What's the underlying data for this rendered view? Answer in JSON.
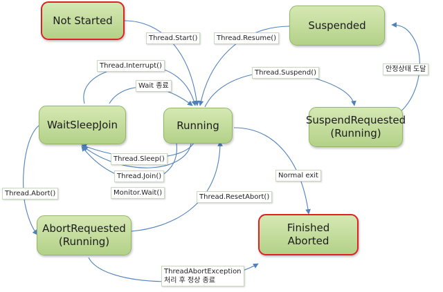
{
  "states": {
    "not_started": "Not Started",
    "suspended": "Suspended",
    "wait_sleep_join": "WaitSleepJoin",
    "running": "Running",
    "suspend_requested": "SuspendRequested\n(Running)",
    "abort_requested": "AbortRequested\n(Running)",
    "finished": "Finished\nAborted"
  },
  "transitions": {
    "thread_start": "Thread.Start()",
    "thread_resume": "Thread.Resume()",
    "thread_interrupt": "Thread.Interrupt()",
    "wait_end": "Wait 종료",
    "thread_suspend": "Thread.Suspend()",
    "suspend_complete": "안정상태 도달",
    "thread_sleep": "Thread.Sleep()",
    "thread_join": "Thread.Join()",
    "monitor_wait": "Monitor.Wait()",
    "thread_abort": "Thread.Abort()",
    "reset_abort": "Thread.ResetAbort()",
    "normal_exit": "Normal exit",
    "abort_exception": "ThreadAbortException\n처리 후 정상 종료"
  },
  "colors": {
    "node_fill": "#c4df9b",
    "node_border": "#92b667",
    "terminal_border": "#e02020",
    "arrow": "#4f81bd"
  }
}
